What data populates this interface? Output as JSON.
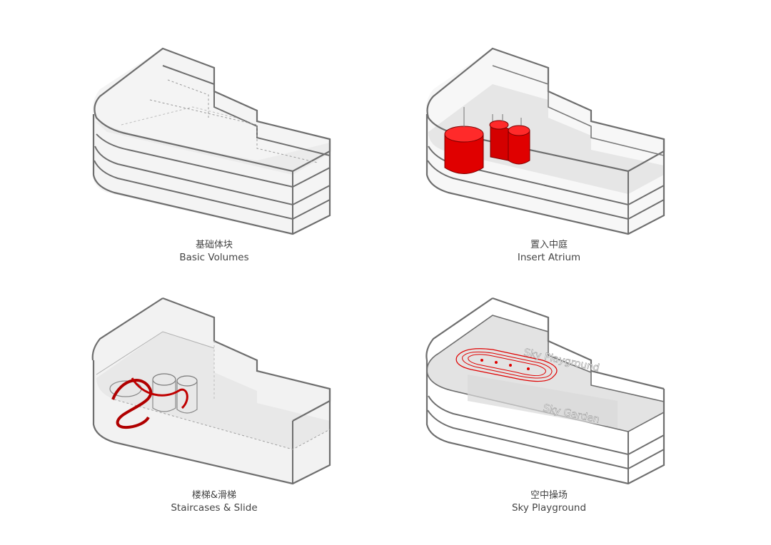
{
  "panels": [
    {
      "zh": "基础体块",
      "en": "Basic Volumes"
    },
    {
      "zh": "置入中庭",
      "en": "Insert Atrium"
    },
    {
      "zh": "楼梯&滑梯",
      "en": "Staircases & Slide"
    },
    {
      "zh": "空中操场",
      "en": "Sky Playground"
    }
  ],
  "labels": {
    "sky_playground": "Sky Playground",
    "sky_garden": "Sky Garden"
  },
  "colors": {
    "outline": "#6e6e6e",
    "fill": "#ebebeb",
    "accent": "#e00000"
  }
}
